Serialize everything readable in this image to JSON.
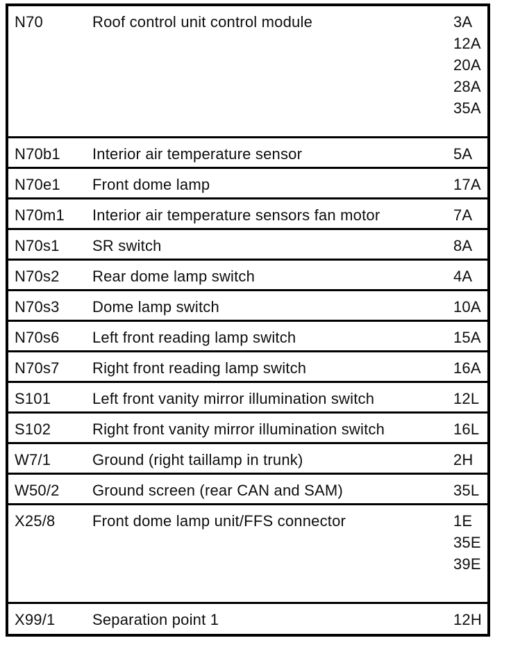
{
  "document": {
    "kind": "component-legend-table",
    "columns": {
      "code": "code",
      "description": "description",
      "grid_refs": "grid-reference"
    },
    "rows": [
      {
        "code": "N70",
        "description": "Roof control unit control module",
        "refs": [
          "3A",
          "12A",
          "20A",
          "28A",
          "35A"
        ]
      },
      {
        "code": "N70b1",
        "description": "Interior air temperature sensor",
        "refs": [
          "5A"
        ]
      },
      {
        "code": "N70e1",
        "description": "Front dome lamp",
        "refs": [
          "17A"
        ]
      },
      {
        "code": "N70m1",
        "description": "Interior air temperature sensors fan motor",
        "refs": [
          "7A"
        ]
      },
      {
        "code": "N70s1",
        "description": "SR switch",
        "refs": [
          "8A"
        ]
      },
      {
        "code": "N70s2",
        "description": "Rear dome lamp switch",
        "refs": [
          "4A"
        ]
      },
      {
        "code": "N70s3",
        "description": "Dome lamp switch",
        "refs": [
          "10A"
        ]
      },
      {
        "code": "N70s6",
        "description": "Left front reading lamp switch",
        "refs": [
          "15A"
        ]
      },
      {
        "code": "N70s7",
        "description": "Right front reading lamp switch",
        "refs": [
          "16A"
        ]
      },
      {
        "code": "S101",
        "description": "Left front vanity mirror illumination switch",
        "refs": [
          "12L"
        ]
      },
      {
        "code": "S102",
        "description": "Right front vanity mirror illumination switch",
        "refs": [
          "16L"
        ]
      },
      {
        "code": "W7/1",
        "description": "Ground (right taillamp in trunk)",
        "refs": [
          "2H"
        ]
      },
      {
        "code": "W50/2",
        "description": "Ground screen (rear CAN and SAM)",
        "refs": [
          "35L"
        ]
      },
      {
        "code": "X25/8",
        "description": "Front dome lamp unit/FFS connector",
        "refs": [
          "1E",
          "35E",
          "39E"
        ]
      },
      {
        "code": "X99/1",
        "description": "Separation point 1",
        "refs": [
          "12H"
        ]
      }
    ],
    "colors": {
      "border": "#000000",
      "text": "#0d0d0d",
      "background": "#ffffff"
    }
  }
}
